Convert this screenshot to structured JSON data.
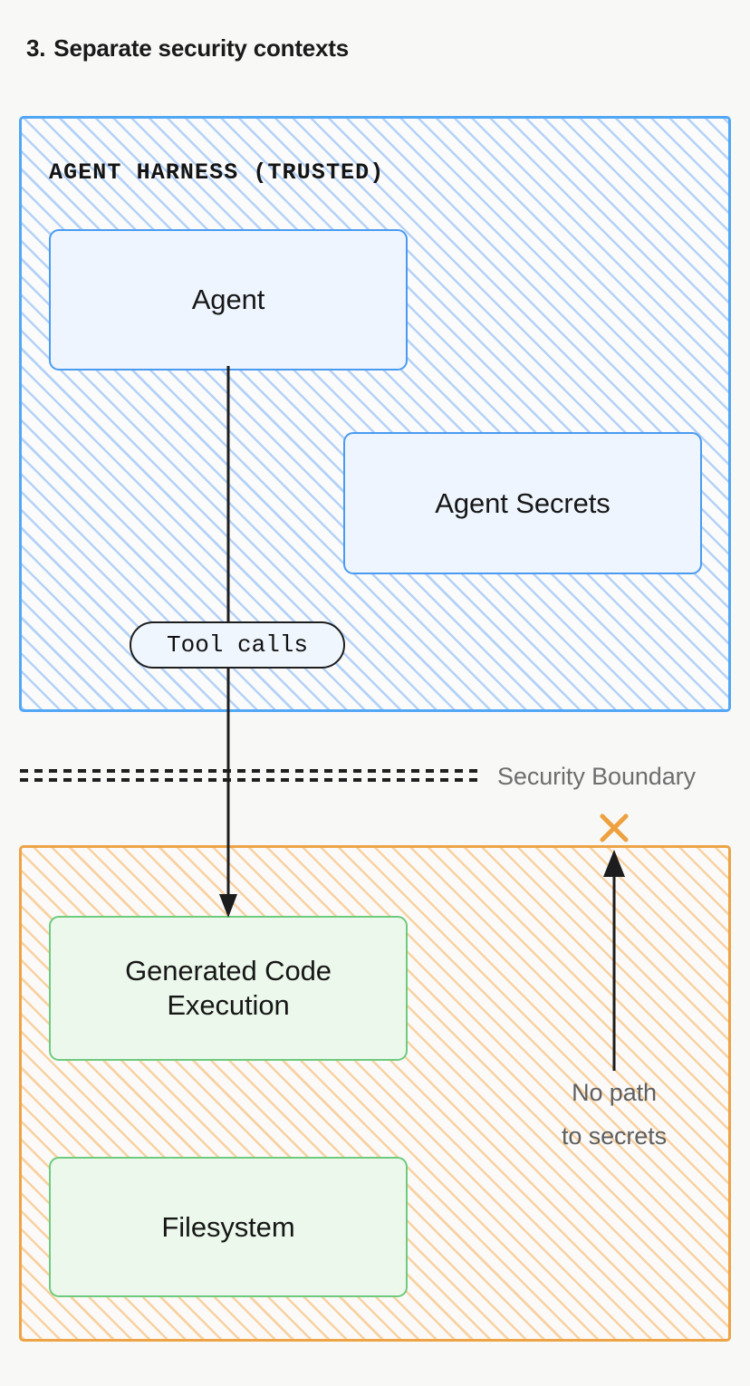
{
  "title": {
    "number": "3.",
    "text": "Separate security contexts"
  },
  "zones": {
    "trusted": {
      "label": "AGENT HARNESS (TRUSTED)",
      "border_color": "#52a7f5",
      "hatch_color": "#a8cbf6"
    },
    "untrusted": {
      "label": "",
      "border_color": "#eda446",
      "hatch_color": "#f8cd98"
    }
  },
  "nodes": {
    "agent": {
      "label": "Agent",
      "fill": "#eef5fe",
      "border": "#4a9bf0"
    },
    "agent_secrets": {
      "label": "Agent Secrets",
      "fill": "#eef5fe",
      "border": "#4a9bf0"
    },
    "generated_code": {
      "line1": "Generated Code",
      "line2": "Execution",
      "fill": "#ecf8ec",
      "border": "#6ecb7d"
    },
    "filesystem": {
      "label": "Filesystem",
      "fill": "#ecf8ec",
      "border": "#6ecb7d"
    }
  },
  "edges": {
    "tool_calls": {
      "label": "Tool calls",
      "color": "#1d1d1d"
    },
    "no_path": {
      "line1": "No path",
      "line2": "to secrets",
      "color": "#5f5f5f",
      "blocked": true,
      "block_mark": "×",
      "block_color": "#eda13f"
    }
  },
  "boundary": {
    "label": "Security Boundary",
    "style": "dotted",
    "color": "#6e6e6e"
  }
}
